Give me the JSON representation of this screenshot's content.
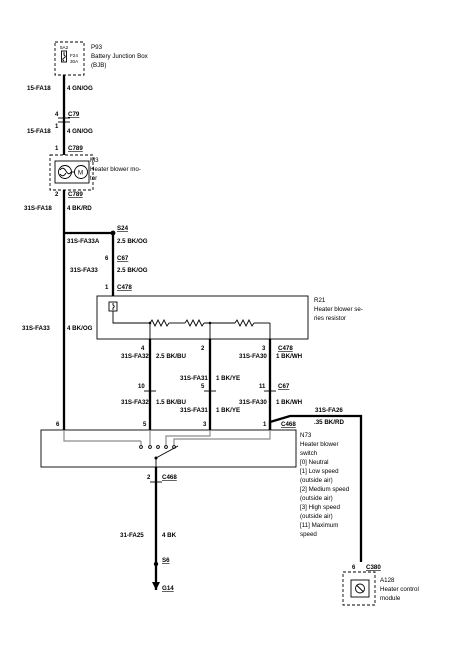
{
  "fuse": {
    "ref": "P93",
    "name": "Battery Junction Box",
    "abbr": "(BJB)",
    "pin": "5A2",
    "fuse_id": "F24",
    "rating": "30A"
  },
  "wires": {
    "w1_circuit": "15-FA18",
    "w1_spec": "4 GN/OG",
    "w2_circuit": "15-FA18",
    "w2_spec": "4 GN/OG",
    "w3_circuit": "31S-FA18",
    "w3_spec": "4 BK/RD",
    "w4_circuit": "31S-FA33A",
    "w4_spec": "2.5 BK/OG",
    "w5_circuit": "31S-FA33",
    "w5_spec": "2.5 BK/OG",
    "w6_circuit": "31S-FA33",
    "w6_spec": "4 BK/OG",
    "w7_circuit": "31S-FA32",
    "w7_spec": "2.5 BK/BU",
    "w8_circuit": "31S-FA30",
    "w8_spec": "1 BK/WH",
    "w9_circuit": "31S-FA31",
    "w9_spec": "1 BK/YE",
    "w10_circuit": "31S-FA32",
    "w10_spec": "1.5 BK/BU",
    "w11_circuit": "31S-FA31",
    "w11_spec": "1 BK/YE",
    "w12_circuit": "31S-FA30",
    "w12_spec": "1 BK/WH",
    "w13_circuit": "31S-FA26",
    "w13_spec": ".35 BK/RD",
    "w14_circuit": "31-FA25",
    "w14_spec": "4 BK"
  },
  "connectors": {
    "c79": "C79",
    "c79_pin": "4",
    "c79b_pin": "1",
    "c789_top": "C789",
    "c789_top_pin": "1",
    "c789_bot": "C789",
    "c789_bot_pin": "2",
    "s24": "S24",
    "c67_top": "C67",
    "c67_top_pin": "6",
    "c478_top": "C478",
    "c478_top_pin": "1",
    "c478": "C478",
    "c478_pin_a": "4",
    "c478_pin_b": "2",
    "c478_pin_c": "3",
    "c67": "C67",
    "c67_pin_a": "10",
    "c67_pin_b": "5",
    "c67_pin_c": "11",
    "c468_top": "C468",
    "sw_pin_a": "6",
    "sw_pin_b": "5",
    "sw_pin_c": "3",
    "sw_pin_d": "1",
    "c468_bot": "C468",
    "c468_bot_pin": "2",
    "s6": "S6",
    "g14": "G14",
    "c380": "C380",
    "c380_pin": "6"
  },
  "motor": {
    "ref": "M3",
    "line1": "Heater blower mo-",
    "line2": "tor"
  },
  "resistor": {
    "ref": "R21",
    "line1": "Heater blower se-",
    "line2": "ries resistor"
  },
  "switch": {
    "ref": "N73",
    "lines": [
      "Heater blower",
      "switch",
      "[0] Neutral",
      "[1] Low speed",
      "(outside air)",
      "[2] Medium speed",
      "(outside air)",
      "[3] High speed",
      "(outside air)",
      "[11] Maximum",
      "speed"
    ]
  },
  "module": {
    "ref": "A128",
    "line1": "Heater control",
    "line2": "module"
  }
}
